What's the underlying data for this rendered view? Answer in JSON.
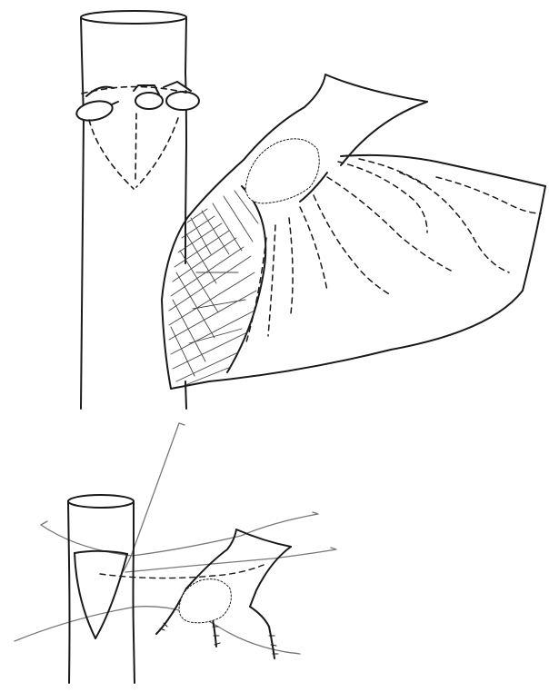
{
  "illustration": {
    "panels": [
      {
        "id": "top",
        "parts": [
          "tube",
          "tube-mouth",
          "cut-branch-stumps",
          "dashed-incision-outline",
          "flap-tissue",
          "flap-hatched-edge",
          "flap-opening",
          "flap-dashed-vessels"
        ]
      },
      {
        "id": "bottom",
        "parts": [
          "tube",
          "tube-mouth",
          "tube-bevel",
          "sutures",
          "sutured-segment",
          "opening"
        ]
      }
    ],
    "ink_color": "#1a1a1a",
    "suture_color": "#777777",
    "hatch_color": "#333333"
  }
}
